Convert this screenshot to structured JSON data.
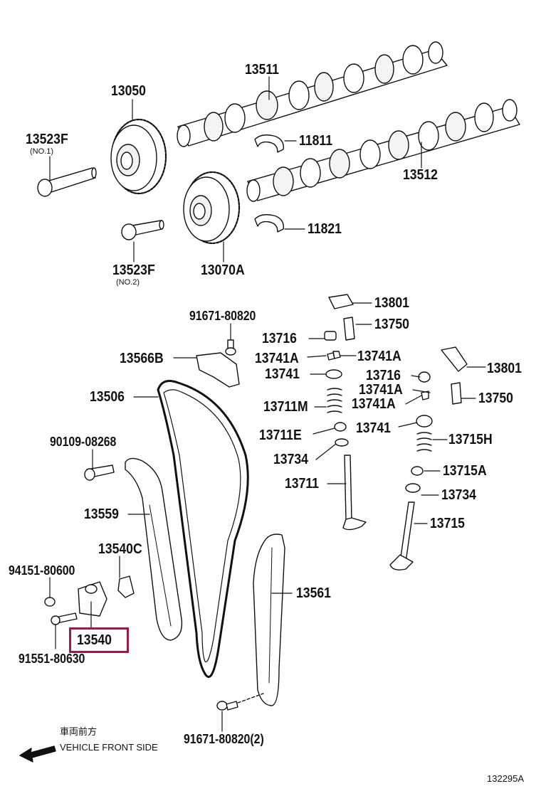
{
  "diagram_id": "132295A",
  "highlight_color": "#9b1b4a",
  "highlighted_part": "13540",
  "parts": {
    "p13511": "13511",
    "p13050": "13050",
    "p13523F_1": "13523F",
    "p13523F_1_sub": "(NO.1)",
    "p11811": "11811",
    "p13512": "13512",
    "p11821": "11821",
    "p13523F_2": "13523F",
    "p13523F_2_sub": "(NO.2)",
    "p13070A": "13070A",
    "p91671_top": "91671-80820",
    "p13801_a": "13801",
    "p13750_a": "13750",
    "p13716_a": "13716",
    "p13566B": "13566B",
    "p13741A_a": "13741A",
    "p13741A_b": "13741A",
    "p13801_b": "13801",
    "p13741_a": "13741",
    "p13716_b": "13716",
    "p13506": "13506",
    "p13741A_c": "13741A",
    "p13750_b": "13750",
    "p13711M": "13711M",
    "p13741A_d": "13741A",
    "p13741_b": "13741",
    "p13711E": "13711E",
    "p13715H": "13715H",
    "p90109": "90109-08268",
    "p13734_a": "13734",
    "p13715A": "13715A",
    "p13711": "13711",
    "p13734_b": "13734",
    "p13559": "13559",
    "p13715": "13715",
    "p13540C": "13540C",
    "p94151": "94151-80600",
    "p13561": "13561",
    "p13540": "13540",
    "p91551": "91551-80630",
    "p91671_bottom": "91671-80820(2)"
  },
  "legend": {
    "jp": "車両前方",
    "en": "VEHICLE FRONT SIDE"
  }
}
